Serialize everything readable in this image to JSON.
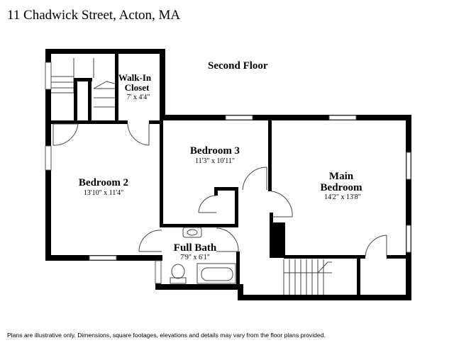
{
  "header": {
    "address": "11 Chadwick Street, Acton, MA"
  },
  "plan": {
    "floor_title": "Second Floor",
    "rooms": [
      {
        "id": "walkin",
        "name_lines": [
          "Walk-In",
          "Closet"
        ],
        "dims": "7' x 4'4\""
      },
      {
        "id": "bed3",
        "name_lines": [
          "Bedroom 3"
        ],
        "dims": "11'3\" x 10'11\""
      },
      {
        "id": "main",
        "name_lines": [
          "Main",
          "Bedroom"
        ],
        "dims": "14'2\" x 13'8\""
      },
      {
        "id": "bed2",
        "name_lines": [
          "Bedroom 2"
        ],
        "dims": "13'10\" x 11'4\""
      },
      {
        "id": "bath",
        "name_lines": [
          "Full Bath"
        ],
        "dims": "7'9\" x 6'1\""
      }
    ]
  },
  "footer": {
    "disclaimer": "Plans are illustrative only. Dimensions, square footages, elevations and details may vary from the floor plans provided."
  }
}
